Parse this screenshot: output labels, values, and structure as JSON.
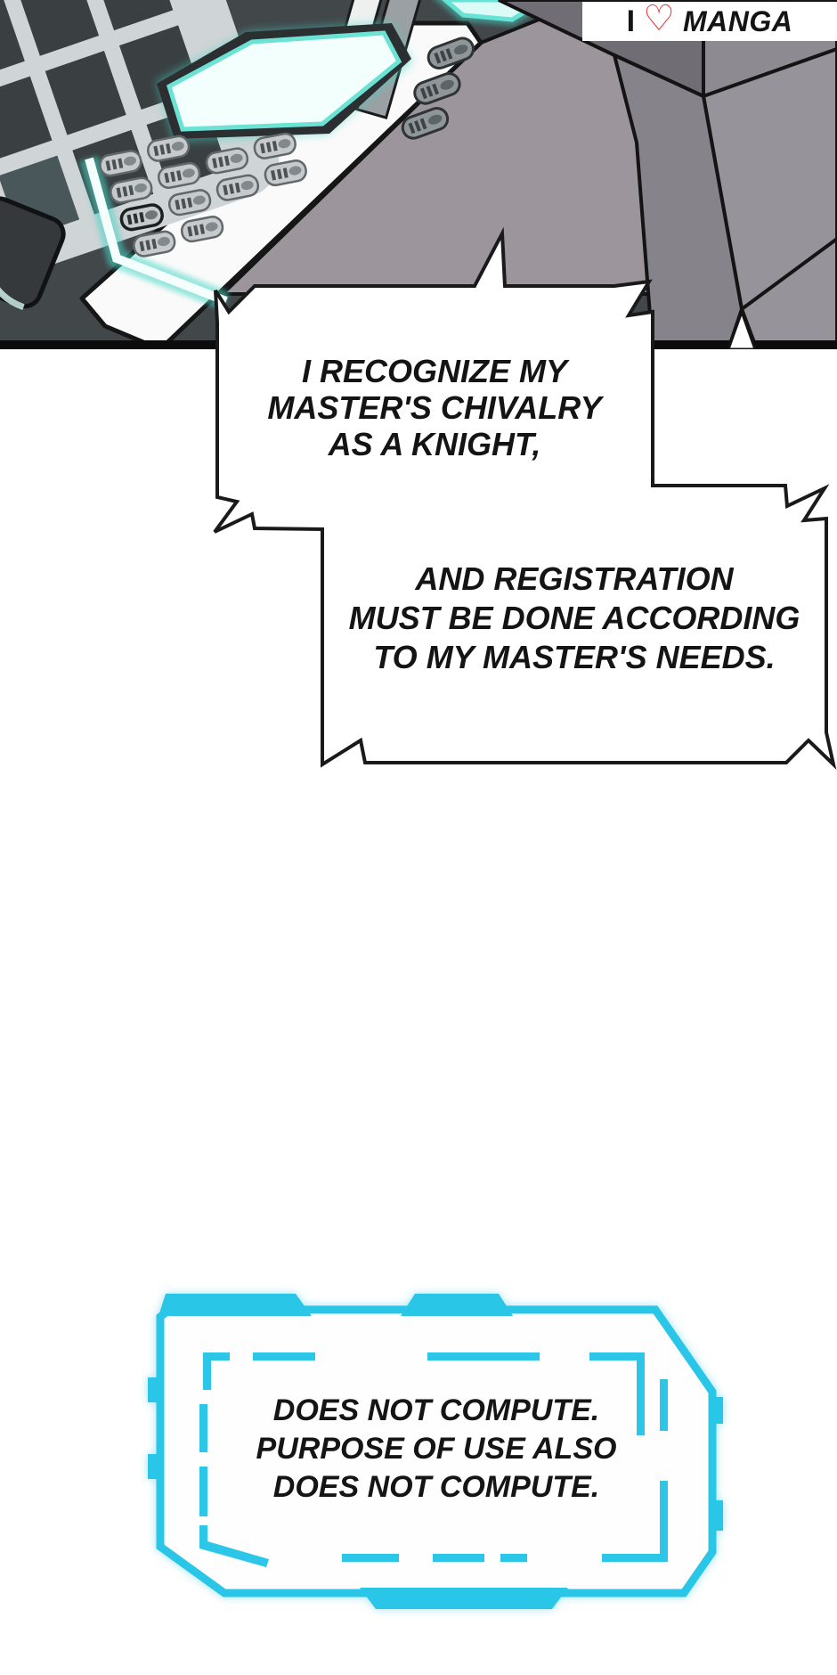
{
  "logo": {
    "prefix": "I",
    "heart_icon": "heart-outline",
    "brand": "MANGA",
    "heart_color": "#e0312e",
    "background": "#ffffff"
  },
  "bubbles": [
    {
      "lines": [
        "I RECOGNIZE MY",
        "MASTER'S CHIVALRY",
        "AS A KNIGHT,"
      ]
    },
    {
      "lines": [
        "AND REGISTRATION",
        "MUST BE DONE ACCORDING",
        "TO MY MASTER'S NEEDS."
      ]
    }
  ],
  "robot_box": {
    "lines": [
      "DOES NOT COMPUTE.",
      "PURPOSE OF USE ALSO",
      "DOES NOT COMPUTE."
    ],
    "frame_color": "#2cc6e8",
    "glow_color": "#9fe4f4"
  },
  "art_colors": {
    "console_background": "#42474a",
    "glow_cyan": "#45d6c6",
    "panel_light": "#cfd4d6",
    "band_gray": "#9c959b",
    "arm_gray": "#8e8a92",
    "outline_black": "#141414"
  }
}
